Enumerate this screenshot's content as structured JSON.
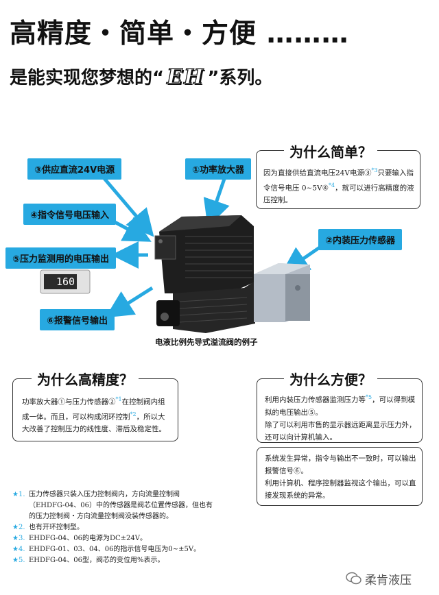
{
  "header": {
    "title": "高精度・简单・方便 ………",
    "subtitle_before": "是能实现您梦想的“",
    "subtitle_logo": "EH",
    "subtitle_after": "”系列。"
  },
  "labels": {
    "l3": "③供应直流24V电源",
    "l1": "①功率放大器",
    "l4": "④指令信号电压输入",
    "l2": "②内装压力传感器",
    "l5": "⑤压力监测用的电压输出",
    "l6": "⑥报警信号输出"
  },
  "meter_display": "160",
  "caption": "电液比例先导式溢流阀的例子",
  "box_simple": {
    "title": "为什么简单？",
    "text_a": "因为直接供给直流电压24V电源③",
    "sup_a": "*3",
    "text_b": "只要输入指令信号电压 0~5V④",
    "sup_b": "*4",
    "text_c": "，就可以进行高精度的液压控制。"
  },
  "box_precision": {
    "title": "为什么高精度？",
    "text_a": "功率放大器①与压力传感器②",
    "sup_a": "*1",
    "text_b": "在控制阀内组成一体。而且，可以构成闭环控制",
    "sup_b": "*2",
    "text_c": "，所以大大改善了控制压力的线性度、滞后及稳定性。"
  },
  "box_convenient": {
    "title": "为什么方便？",
    "text_a": "利用内装压力传感器监测压力等",
    "sup_a": "*5",
    "text_b": "，可以得到模拟的电压输出⑤。",
    "text_c": "除了可以利用市售的显示器远距离显示压力外，还可以向计算机输入。"
  },
  "box_alarm": {
    "text_a": "系统发生异常，指令与输出不一致时，可以输出报警信号⑥。",
    "text_b": "利用计算机、程序控制器监视这个输出，可以直接发现系统的异常。"
  },
  "notes": [
    {
      "mark": "★1.",
      "text": "压力传感器只装入压力控制阀内，方向流量控制阀（EHDFG-04、06）中的传感器是阀芯位置传感器，但也有的压力控制阀・方向流量控制阀没装传感器的。"
    },
    {
      "mark": "★2.",
      "text": "也有开环控制型。"
    },
    {
      "mark": "★3.",
      "text": "EHDFG-04、06的电源为DC±24V。"
    },
    {
      "mark": "★4.",
      "text": "EHDFG-01、03、04、06的指示信号电压为0~±5V。"
    },
    {
      "mark": "★5.",
      "text": "EHDFG-04、06型，阀芯的变位用%表示。"
    }
  ],
  "watermark": "柔肯液压",
  "colors": {
    "accent": "#27a9e1",
    "text": "#111111"
  }
}
